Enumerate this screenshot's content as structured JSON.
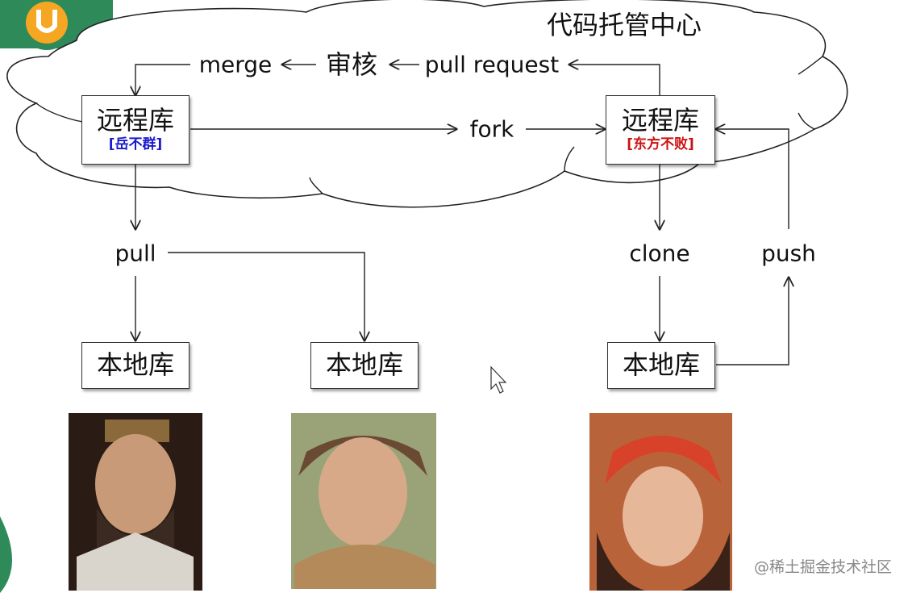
{
  "cloud": {
    "title": "代码托管中心"
  },
  "repos": {
    "remote_left": {
      "title": "远程库",
      "owner": "[岳不群]",
      "owner_color": "#1a1acc"
    },
    "remote_right": {
      "title": "远程库",
      "owner": "[东方不败]",
      "owner_color": "#cc1111"
    }
  },
  "labels": {
    "merge": "merge",
    "review": "审核",
    "pull_request": "pull request",
    "fork": "fork",
    "pull": "pull",
    "clone": "clone",
    "push": "push"
  },
  "local_repos": [
    "本地库",
    "本地库",
    "本地库"
  ],
  "watermark": "@稀土掘金技术社区",
  "colors": {
    "arrow": "#222222",
    "logo_green": "#2f8a5a",
    "logo_orange": "#f5a623"
  }
}
